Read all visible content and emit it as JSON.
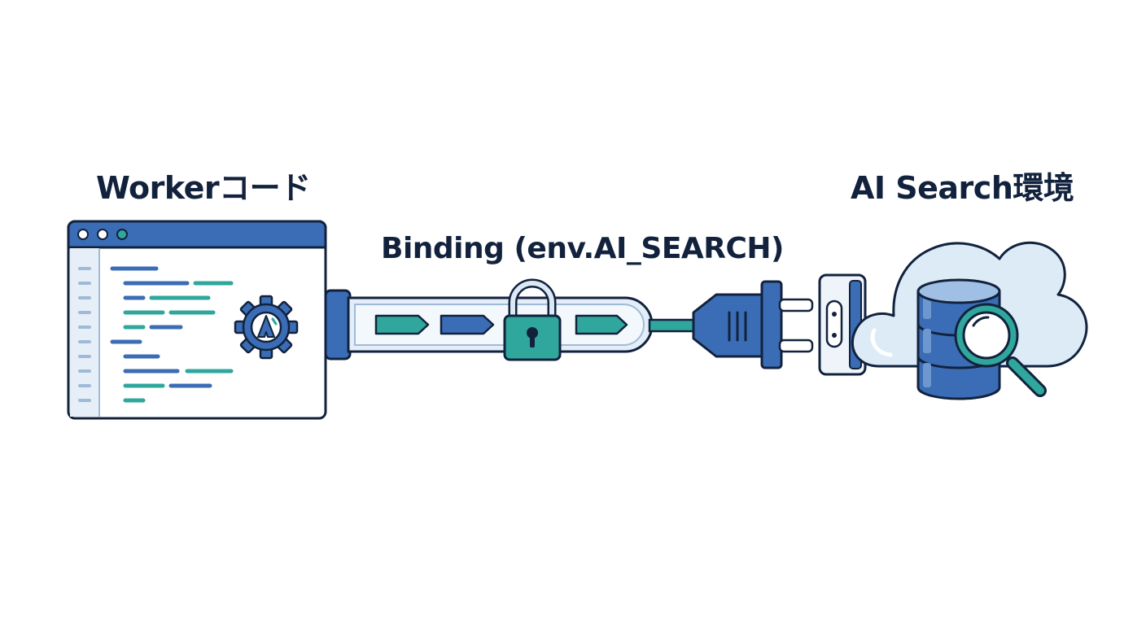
{
  "labels": {
    "worker": "Workerコード",
    "binding": "Binding (env.AI_SEARCH)",
    "search": "AI Search環境"
  },
  "colors": {
    "navy": "#12223d",
    "blue": "#3a6db5",
    "teal": "#2fa79c",
    "light_blue": "#dce9f4",
    "pale_blue": "#eef4fa"
  },
  "icons": {
    "code_window": "code-window-icon",
    "gear": "gear-icon",
    "lock": "padlock-icon",
    "plug": "power-plug-icon",
    "socket": "wall-socket-icon",
    "cloud": "cloud-icon",
    "database": "database-icon",
    "magnifier": "magnifier-icon"
  }
}
